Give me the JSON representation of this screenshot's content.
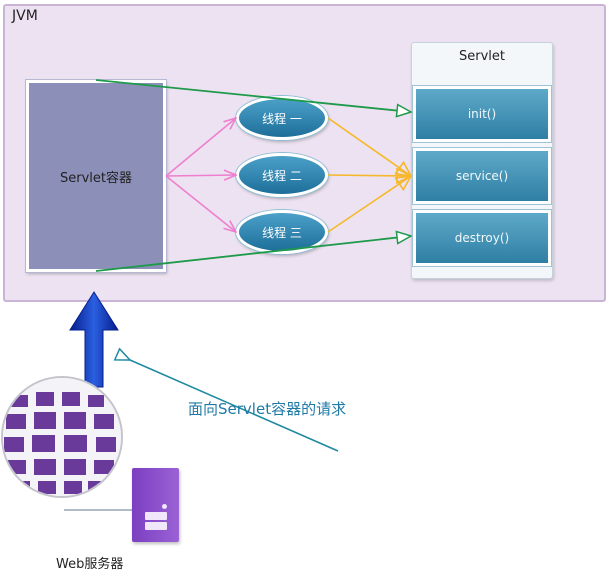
{
  "jvm": {
    "label": "JVM"
  },
  "container": {
    "label": "Servlet容器"
  },
  "servlet": {
    "title": "Servlet",
    "methods": [
      "init()",
      "service()",
      "destroy()"
    ]
  },
  "threads": [
    "线程 一",
    "线程 二",
    "线程 三"
  ],
  "request": {
    "label": "面向Servlet容器的请求"
  },
  "web_server": {
    "label": "Web服务器",
    "icons": [
      "globe-icon",
      "server-icon"
    ]
  },
  "colors": {
    "jvm_bg": "#ede2f1",
    "container_bg": "#8c8fb8",
    "method_bg": "#2f7fa4",
    "thread_bg": "#1d6f9a",
    "pink_arrow": "#ee7fcf",
    "yellow_arrow": "#f6b82a",
    "green_arrow": "#1e9a4a",
    "blue_arrow": "#0b2fa8",
    "teal_arrow": "#1f8aa2"
  }
}
